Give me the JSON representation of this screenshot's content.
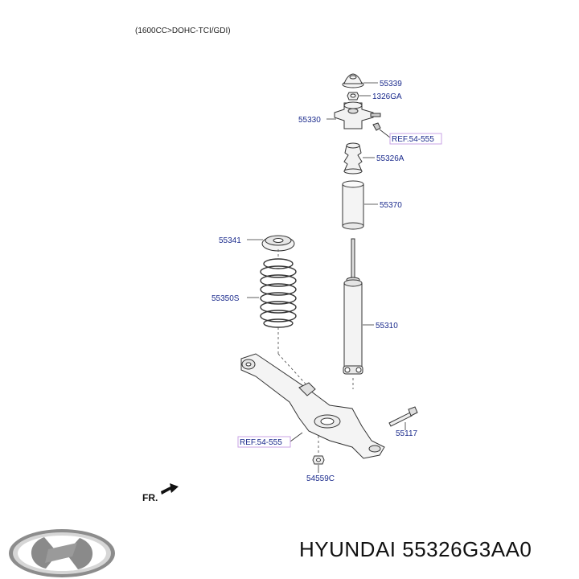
{
  "header": {
    "engine_note": "(1600CC>DOHC-TCI/GDI)"
  },
  "parts": {
    "p55339": "55339",
    "p1326GA": "1326GA",
    "p55330": "55330",
    "ref_top": "REF.54-555",
    "p55326A": "55326A",
    "p55370": "55370",
    "p55341": "55341",
    "p55350S": "55350S",
    "p55310": "55310",
    "p55117": "55117",
    "ref_bottom": "REF.54-555",
    "p54559C": "54559C"
  },
  "orientation": {
    "label": "FR."
  },
  "footer": {
    "brand": "HYUNDAI",
    "part_number": "55326G3AA0",
    "logo": "hyundai-logo"
  },
  "colors": {
    "label": "#1a2a8c",
    "ref_highlight": "#c9a3e6",
    "line": "#333333"
  }
}
